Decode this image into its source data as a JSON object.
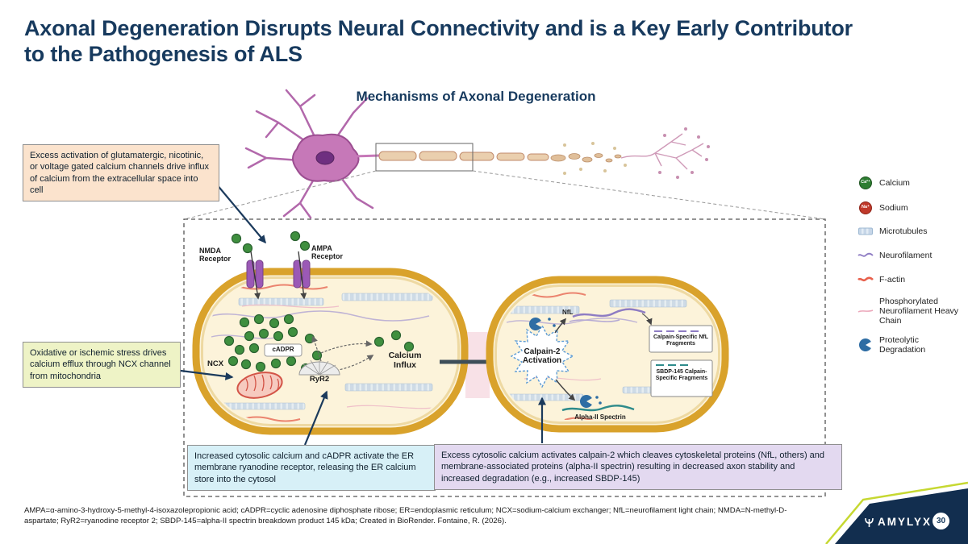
{
  "header": {
    "title_line1": "Axonal Degeneration Disrupts Neural Connectivity and is a Key Early Contributor",
    "title_line2": "to the Pathogenesis of ALS",
    "subtitle": "Mechanisms of Axonal Degeneration"
  },
  "callouts": {
    "influx": "Excess activation of glutamatergic, nicotinic, or voltage gated calcium channels drive influx of calcium from the extracellular space into cell",
    "efflux": "Oxidative or ischemic stress drives calcium efflux through NCX channel from mitochondria",
    "ryanodine": "Increased cytosolic calcium and cADPR activate the ER membrane ryanodine receptor, releasing the ER calcium store into the cytosol",
    "calpain": "Excess cytosolic calcium activates calpain-2 which cleaves cytoskeletal proteins (NfL, others) and membrane-associated proteins (alpha-II spectrin) resulting in decreased axon stability and increased degradation (e.g., increased SBDP-145)"
  },
  "labels": {
    "nmda": "NMDA Receptor",
    "ampa": "AMPA Receptor",
    "ncx": "NCX",
    "cadpr": "cADPR",
    "ryr2": "RyR2",
    "calcium_influx": "Calcium Influx",
    "calpain2": "Calpain-2 Activation",
    "nfl": "NfL",
    "nfl_fragments": "Calpain-Specific NfL Fragments",
    "sbdp_fragments": "SBDP-145 Calpain-Specific Fragments",
    "alpha_spectrin": "Alpha-II Spectrin"
  },
  "legend": {
    "items": [
      {
        "label": "Calcium",
        "symbol": "Ca²⁺",
        "color": "#2e7d32"
      },
      {
        "label": "Sodium",
        "symbol": "Na⁺",
        "color": "#c0392b"
      },
      {
        "label": "Microtubules",
        "color": "#c6d6e8"
      },
      {
        "label": "Neurofilament",
        "color": "#8e7cc3"
      },
      {
        "label": "F-actin",
        "color": "#e8604c"
      },
      {
        "label": "Phosphorylated Neurofilament Heavy Chain",
        "color": "#eba7ba"
      },
      {
        "label": "Proteolytic Degradation",
        "color": "#2e6da4"
      }
    ]
  },
  "footnote": "AMPA=α-amino-3-hydroxy-5-methyl-4-isoxazolepropionic acid; cADPR=cyclic adenosine diphosphate ribose; ER=endoplasmic reticulum; NCX=sodium-calcium exchanger; NfL=neurofilament light chain; NMDA=N-methyl-D-aspartate; RyR2=ryanodine receptor 2; SBDP-145=alpha-II spectrin breakdown product 145 kDa; Created in BioRender. Fontaine, R. (2026).",
  "footer": {
    "brand": "AMYLYX",
    "page": "30"
  },
  "colors": {
    "title_navy": "#173a5e",
    "footer_navy": "#122e4f",
    "accent_lime": "#c6d831",
    "axon_gold": "#d9a22b",
    "callout_peach": "#fbe3cd",
    "callout_yellow": "#eef3c6",
    "callout_cyan": "#d7f0f7",
    "callout_purple": "#e3d9f0"
  }
}
